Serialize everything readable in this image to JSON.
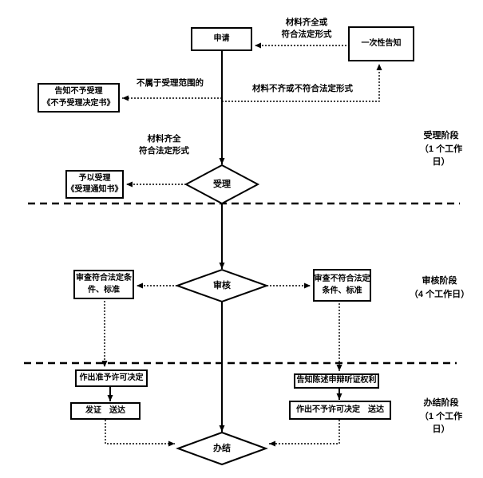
{
  "nodes": {
    "apply": "申请",
    "one_time_notice": "一次性告知",
    "notice_rejection": "告知不予受理\n《不予受理决定书》",
    "accept_notice": "予以受理\n《受理通知书》",
    "accept": "受理",
    "review": "审核",
    "review_pass": "审查符合法定条\n件、标准",
    "review_fail": "审查不符合法定\n条件、标准",
    "grant_decision": "作出准予许可决定",
    "issue_deliver": "发证　送达",
    "hearing_rights": "告知陈述申辩听证权利",
    "deny_decision": "作出不予许可决定　送达",
    "finish": "办结"
  },
  "edge_labels": {
    "complete_or_legal_form": "材料齐全或\n符合法定形式",
    "not_in_scope": "不属于受理范围的",
    "incomplete_or_illegal_form": "材料不齐或不符合法定形式",
    "complete_legal_form": "材料齐全\n符合法定形式"
  },
  "stages": {
    "accept": "受理阶段\n（1 个工作\n日）",
    "review": "审核阶段\n（4 个工作日）",
    "finish": "办结阶段\n（1 个工作\n日）"
  },
  "colors": {
    "line": "#000000",
    "background": "#ffffff"
  }
}
